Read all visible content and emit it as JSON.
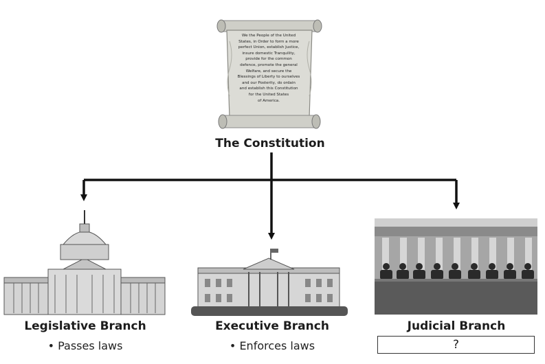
{
  "constitution": {
    "scroll_lines": [
      "We the People of the United",
      "States, in Order to form a more",
      "perfect Union, establish Justice,",
      "insure domestic Tranquility,",
      "provide for the common",
      "defence, promote the general",
      "Welfare, and secure the",
      "Blessings of Liberty to ourselves",
      "and our Posterity, do ordain",
      "and establish this Constitution",
      "for the United States",
      "of America."
    ],
    "title": "The Constitution"
  },
  "branches": {
    "legislative": {
      "title": "Legislative Branch",
      "description": "• Passes laws"
    },
    "executive": {
      "title": "Executive Branch",
      "description": "• Enforces laws"
    },
    "judicial": {
      "title": "Judicial Branch",
      "description": "?"
    }
  },
  "colors": {
    "ink": "#1a1a1a",
    "line": "#111111",
    "scroll": "#d9d9d4",
    "building": "#cfcfcf"
  }
}
